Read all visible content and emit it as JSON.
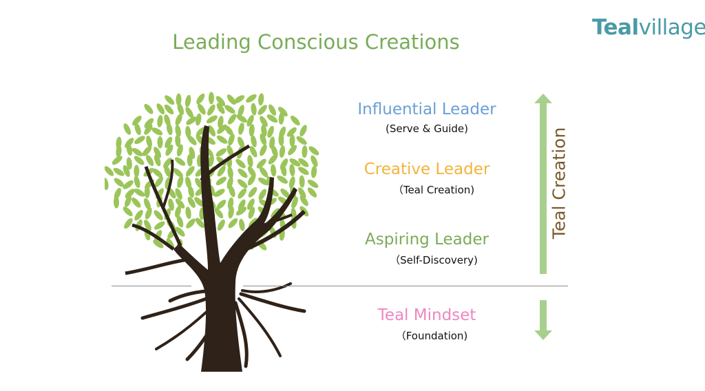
{
  "logo": {
    "bold": "Teal",
    "regular": "village"
  },
  "title": "Leading Conscious Creations",
  "levels": [
    {
      "name": "Influential Leader",
      "subtitle": "(Serve & Guide)",
      "color": "#6a9fd4"
    },
    {
      "name": "Creative Leader",
      "subtitle": "（Teal Creation)",
      "color": "#f2b43c"
    },
    {
      "name": "Aspiring Leader",
      "subtitle": "（Self-Discovery)",
      "color": "#7aab58"
    },
    {
      "name": "Teal Mindset",
      "subtitle": "（Foundation)",
      "color": "#ef86c0"
    }
  ],
  "arrow_label": "Teal Creation",
  "colors": {
    "arrow": "#a9cf8e",
    "label": "#7a5a2a",
    "leaf": "#9bc55a",
    "trunk": "#2f2218",
    "divider": "#8a8a8a"
  }
}
